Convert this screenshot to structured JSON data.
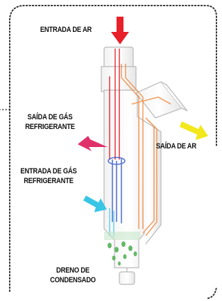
{
  "labels": {
    "air_inlet": "ENTRADA DE AR",
    "refrigerant_gas_outlet": [
      "SAÍDA DE GÁS",
      "REFRIGERANTE"
    ],
    "air_outlet": "SAÍDA DE AR",
    "refrigerant_gas_inlet": [
      "ENTRADA DE GÁS",
      "REFRIGERANTE"
    ],
    "condensate_drain": [
      "DRENO DE",
      "CONDENSADO"
    ]
  },
  "colors": {
    "air_in_arrow": "#e8202a",
    "gas_out_arrow": "#e0306a",
    "air_out_arrow": "#f2e81c",
    "gas_in_arrow": "#39c6e6",
    "border_dots": "#333333",
    "vessel_outline": "#b8b8b8",
    "warm_path": "#f08a40",
    "cool_path": "#3a5fd0",
    "condensate": "#4caf50"
  }
}
